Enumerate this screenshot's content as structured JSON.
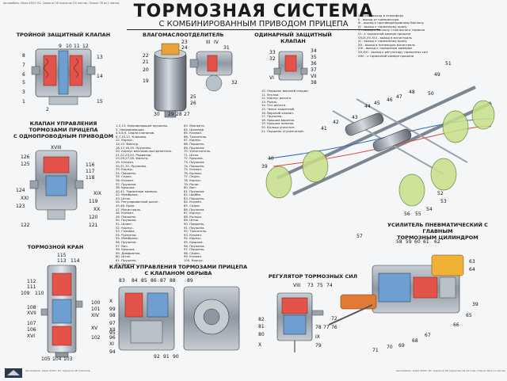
{
  "header": {
    "top_note": "Автомобиль «Урал-4320» КС. Серия из 28 плакатов (16 листов). Плакат 26 из 2 листов.",
    "title": "ТОРМОЗНАЯ СИСТЕМА",
    "subtitle": "С КОМБИНИРОВАННЫМ ПРИВОДОМ ПРИЦЕПА"
  },
  "sections": {
    "triple_valve": "ТРОЙНОЙ ЗАЩИТНЫЙ КЛАПАН",
    "moisture_sep": "ВЛАГОМАСЛООТДЕЛИТЕЛЬ",
    "single_valve_1": "ОДИНАРНЫЙ ЗАЩИТНЫЙ",
    "single_valve_2": "КЛАПАН",
    "trailer_valve_1": "КЛАПАН УПРАВЛЕНИЯ",
    "trailer_valve_2": "ТОРМОЗАМИ ПРИЦЕПА",
    "trailer_valve_3": "С ОДНОПРОВОДНЫМ ПРИВОДОМ",
    "brake_valve": "ТОРМОЗНОЙ КРАН",
    "breakaway_1": "КЛАПАН УПРАВЛЕНИЯ ТОРМОЗАМИ ПРИЦЕПА",
    "breakaway_2": "С КЛАПАНОМ ОБРЫВА",
    "regulator": "РЕГУЛЯТОР ТОРМОЗНЫХ СИЛ",
    "booster_1": "УСИЛИТЕЛЬ ПНЕВМАТИЧЕСКИЙ С ГЛАВНЫМ",
    "booster_2": "ТОРМОЗНЫМ ЦИЛИНДРОМ"
  },
  "legend_topright": [
    "I,II,XVIII - выход в атмосферу",
    "II - выход от компрессора",
    "III - выход к противоразрывному баллону",
    "IV - выход к тормозному крану",
    "V - выход к баллону стояночного тормоза",
    "VI - к тормозной камере прицепа",
    "VII,IX,XV,XVI - выход в магистраль",
    "XI - выход к тормозному крану",
    "XII - выход в питающую магистраль",
    "XIII - выход к тормозным камерам",
    "XX,XXI - выход к регулятору тормозных сил",
    "XXII - к тормозной камере прицепа"
  ],
  "legend_mid_1": [
    "1,2,13. Направляющие пружины.",
    "3. Направляющая.",
    "4,5,8,9. Седла клапанов.",
    "6,7,10,11. Клапаны.",
    "12. Корпус.",
    "14,15. Фильтр.",
    "16,17,18,19. Пружины.",
    "20. Корпус влагомаслоотделителя.",
    "21,22,23,24. Радиатор.",
    "25,26,27,28. Фильтр.",
    "29. Клапан.",
    "30,31,32. Пружины.",
    "33. Корпус.",
    "34. Поршень.",
    "35. Седло.",
    "36. Клапан.",
    "37. Пружина.",
    "38. Крышка.",
    "40,41. Тормозные камеры.",
    "42. Мембрана.",
    "43. Шток.",
    "44. Регулировочный рычаг.",
    "45,46. Кран.",
    "47. Магистраль.",
    "48. Клапан.",
    "49. Поршень.",
    "50. Пружина.",
    "51. Шланг.",
    "52. Корпус.",
    "53. Головка.",
    "54. Рукоятка.",
    "55. Мембрана.",
    "56. Пружина.",
    "57. Вал.",
    "58. Крышка.",
    "59. Диафрагма.",
    "60. Шток.",
    "61. Пружина.",
    "62. Поршень."
  ],
  "legend_mid_2": [
    "63. Манжета.",
    "64. Цилиндр.",
    "65. Клапан.",
    "66. Толкатель.",
    "67. Корпус.",
    "68. Поршень.",
    "69. Пружина.",
    "70. Уплотнитель.",
    "71. Шток.",
    "72. Крышка.",
    "73. Пружина.",
    "74. Поршень.",
    "75. Клапан.",
    "76. Кольцо.",
    "77. Седло.",
    "78. Корпус.",
    "79. Рычаг.",
    "80. Вал.",
    "81. Пружина.",
    "82. Шайба.",
    "83. Поршень.",
    "84. Клапан.",
    "85. Седло.",
    "86. Пружина.",
    "87. Корпус.",
    "88. Кольцо.",
    "89. Шток.",
    "90. Поршень.",
    "91. Пружина.",
    "92. Толкатель.",
    "93. Клапан.",
    "94. Корпус.",
    "95. Крышка.",
    "96. Пружина.",
    "97. Поршень.",
    "98. Седло.",
    "99. Клапан.",
    "100. Корпус."
  ],
  "legend_right": [
    "10. Поршень верхней секции.",
    "11. Втулка.",
    "12. Корпус рычага.",
    "13. Ролик.",
    "14. Ось рычага.",
    "15. Чехол защитный.",
    "16. Верхний клапан.",
    "17. Пружина.",
    "18. Крышка верхняя.",
    "19. Крышка нижняя.",
    "20. Кольцо уплотнит.",
    "21. Поршень ступенчатый."
  ],
  "bottom_note_left": "Автомобиль «Урал-4320» КС. Серия из 28 плакатов.",
  "bottom_note_right": "Автомобиль «Урал-4320» КС. Серия из 28 плакатов (16 листов). Плакат 26 из 2 листов."
}
